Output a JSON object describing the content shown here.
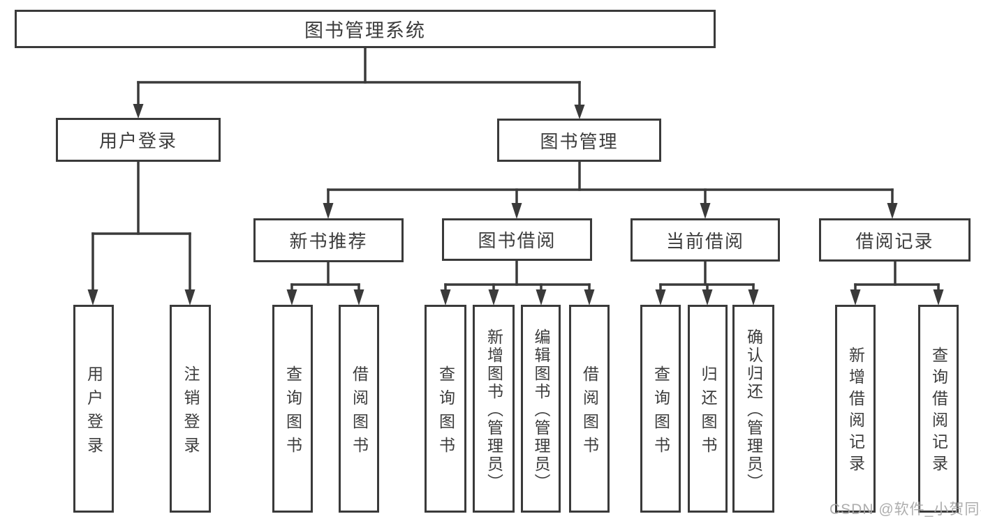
{
  "diagram": {
    "type": "hierarchy-tree",
    "title": "图书管理系统",
    "structure": {
      "图书管理系统": {
        "用户登录": [
          "用户登录",
          "注销登录"
        ],
        "图书管理": {
          "新书推荐": [
            "查询图书",
            "借阅图书"
          ],
          "图书借阅": [
            "查询图书",
            "新增图书（管理员）",
            "编辑图书（管理员）",
            "借阅图书"
          ],
          "当前借阅": [
            "查询图书",
            "归还图书",
            "确认归还（管理员）"
          ],
          "借阅记录": [
            "新增借阅记录",
            "查询借阅记录"
          ]
        }
      }
    }
  },
  "nodes": {
    "root": "图书管理系统",
    "user_login": "用户登录",
    "book_mgmt": "图书管理",
    "new_book_rec": "新书推荐",
    "book_borrow": "图书借阅",
    "current_borrow": "当前借阅",
    "borrow_records": "借阅记录",
    "leaf_user_login": "用户登录",
    "leaf_logout": "注销登录",
    "leaf_query_books_a": "查询图书",
    "leaf_borrow_books_a": "借阅图书",
    "leaf_query_books_b": "查询图书",
    "leaf_add_books": "新增图书（管理员）",
    "leaf_edit_books": "编辑图书（管理员）",
    "leaf_borrow_books_b": "借阅图书",
    "leaf_query_books_c": "查询图书",
    "leaf_return_books": "归还图书",
    "leaf_confirm_return": "确认归还（管理员）",
    "leaf_add_borrow_record": "新增借阅记录",
    "leaf_query_borrow_record": "查询借阅记录"
  },
  "watermark": "CSDN @软件_小贺同学",
  "colors": {
    "line": "#3a3a3a",
    "text": "#3c3c3c",
    "watermark": "#a5a5a5",
    "background": "#ffffff"
  }
}
